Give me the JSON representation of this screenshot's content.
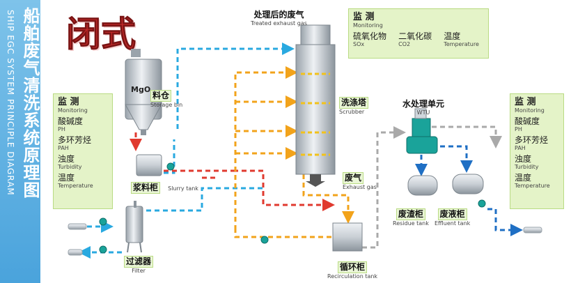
{
  "side": {
    "title_cn": "船舶废气清洗系统原理图",
    "title_en": "SHIP EGC SYSTEM PRINCIPLE DIAGRAM"
  },
  "stamp": "闭式",
  "monitor_top": {
    "title_cn": "监 测",
    "title_en": "Monitoring",
    "items": [
      {
        "cn": "硫氧化物",
        "en": "SOx"
      },
      {
        "cn": "二氧化碳",
        "en": "CO2"
      },
      {
        "cn": "温度",
        "en": "Temperature"
      }
    ]
  },
  "monitor_left": {
    "title_cn": "监 测",
    "title_en": "Monitoring",
    "items": [
      {
        "cn": "酸碱度",
        "en": "PH"
      },
      {
        "cn": "多环芳烃",
        "en": "PAH"
      },
      {
        "cn": "浊度",
        "en": "Turbidity"
      },
      {
        "cn": "温度",
        "en": "Temperature"
      }
    ]
  },
  "monitor_right": {
    "title_cn": "监 测",
    "title_en": "Monitoring",
    "items": [
      {
        "cn": "酸碱度",
        "en": "PH"
      },
      {
        "cn": "多环芳烃",
        "en": "PAH"
      },
      {
        "cn": "浊度",
        "en": "Turbidity"
      },
      {
        "cn": "温度",
        "en": "Temperature"
      }
    ]
  },
  "labels": {
    "treated_gas": {
      "cn": "处理后的废气",
      "en": "Treated exhaust gas"
    },
    "storage_bin": {
      "cn": "料仓",
      "en": "Storage bin"
    },
    "mgo": "MgO",
    "scrubber": {
      "cn": "洗涤塔",
      "en": "Scrubber"
    },
    "wtu": {
      "cn": "水处理单元",
      "en": "WTU"
    },
    "slurry_tank": {
      "cn": "浆料柜",
      "en": "Slurry tank"
    },
    "exhaust_gas": {
      "cn": "废气",
      "en": "Exhaust gas"
    },
    "residue_tank": {
      "cn": "废渣柜",
      "en": "Residue tank"
    },
    "effluent_tank": {
      "cn": "废液柜",
      "en": "Effluent tank"
    },
    "filter": {
      "cn": "过滤器",
      "en": "Filter"
    },
    "recirculation_tank": {
      "cn": "循环柜",
      "en": "Recirculation tank"
    }
  },
  "colors": {
    "side": "#4aa3dc",
    "monitor_bg": "#e4f3c8",
    "stamp_red": "#c42a2a",
    "line_blue": "#29a9e0",
    "line_red": "#e03a2f",
    "line_orange": "#f2a31b",
    "line_grey": "#a9a9a9",
    "line_navy": "#1f6fc4",
    "pump": "#1aa39a"
  }
}
